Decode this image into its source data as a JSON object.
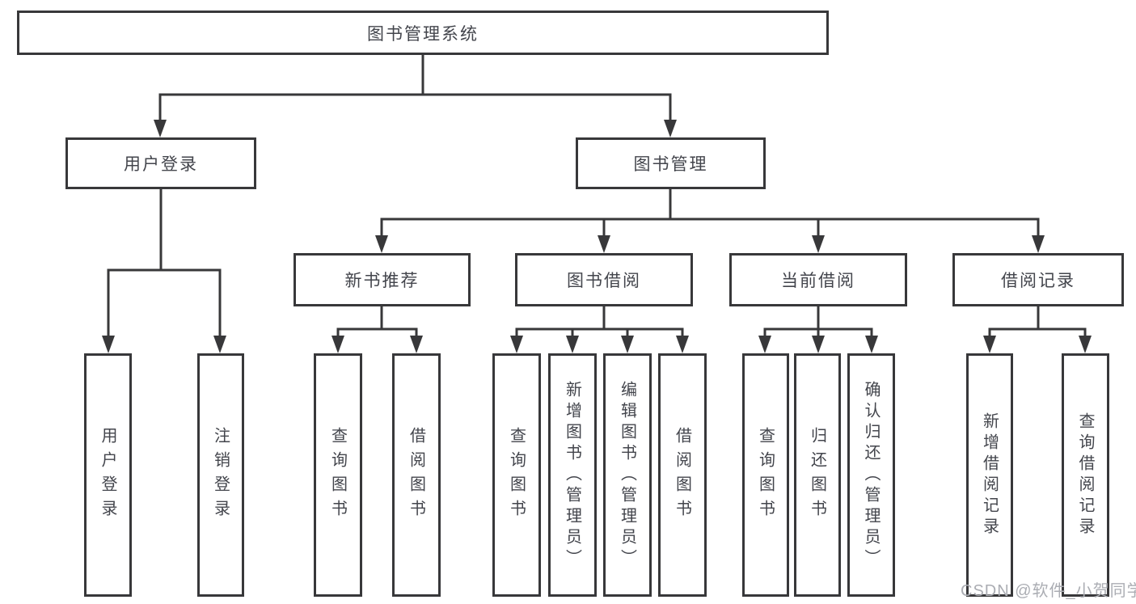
{
  "diagram": {
    "type": "tree",
    "title": "图书管理系统",
    "tree": {
      "label": "图书管理系统",
      "children": [
        {
          "label": "用户登录",
          "children": [
            {
              "label": "用户登录"
            },
            {
              "label": "注销登录"
            }
          ]
        },
        {
          "label": "图书管理",
          "children": [
            {
              "label": "新书推荐",
              "children": [
                {
                  "label": "查询图书"
                },
                {
                  "label": "借阅图书"
                }
              ]
            },
            {
              "label": "图书借阅",
              "children": [
                {
                  "label": "查询图书"
                },
                {
                  "label": "新增图书（管理员）"
                },
                {
                  "label": "编辑图书（管理员）"
                },
                {
                  "label": "借阅图书"
                }
              ]
            },
            {
              "label": "当前借阅",
              "children": [
                {
                  "label": "查询图书"
                },
                {
                  "label": "归还图书"
                },
                {
                  "label": "确认归还（管理员）"
                }
              ]
            },
            {
              "label": "借阅记录",
              "children": [
                {
                  "label": "新增借阅记录"
                },
                {
                  "label": "查询借阅记录"
                }
              ]
            }
          ]
        }
      ]
    }
  },
  "watermark": {
    "text": "CSDN @软件_小贺同学",
    "color": "#abadb3"
  },
  "colors": {
    "line": "#38383a",
    "box_border": "#38383a",
    "box_fill": "#ffffff",
    "text": "#43454c",
    "background": "#ffffff"
  }
}
